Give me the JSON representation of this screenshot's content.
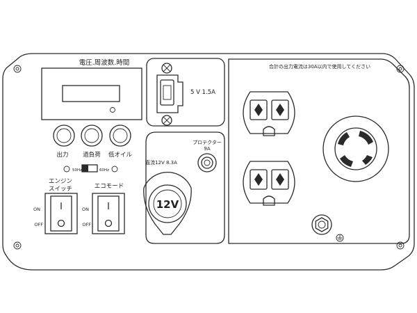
{
  "meter": {
    "label": "電圧.周波数.時間"
  },
  "usb": {
    "label": "5 V 1.5A"
  },
  "note": {
    "text": "合計の出力電流は30A以内で使用してください"
  },
  "lamps": [
    {
      "label": "出力",
      "icon": "output-lamp-icon"
    },
    {
      "label": "過負荷",
      "icon": "overload-lamp-icon"
    },
    {
      "label": "低オイル",
      "icon": "low-oil-lamp-icon"
    }
  ],
  "frequency": {
    "left": "50Hz",
    "right": "60Hz"
  },
  "engine_switch": {
    "label_line1": "エンジン",
    "label_line2": "スイッチ",
    "on": "ON",
    "off": "OFF"
  },
  "eco_mode": {
    "label": "エコモード",
    "on": "ON",
    "off": "OFF"
  },
  "dc": {
    "label": "直流12V 8.3A",
    "socket": "12V"
  },
  "protector": {
    "label_line1": "プロテクター",
    "label_line2": "9A"
  },
  "colors": {
    "line": "#2a2a2a",
    "background": "#ffffff"
  }
}
